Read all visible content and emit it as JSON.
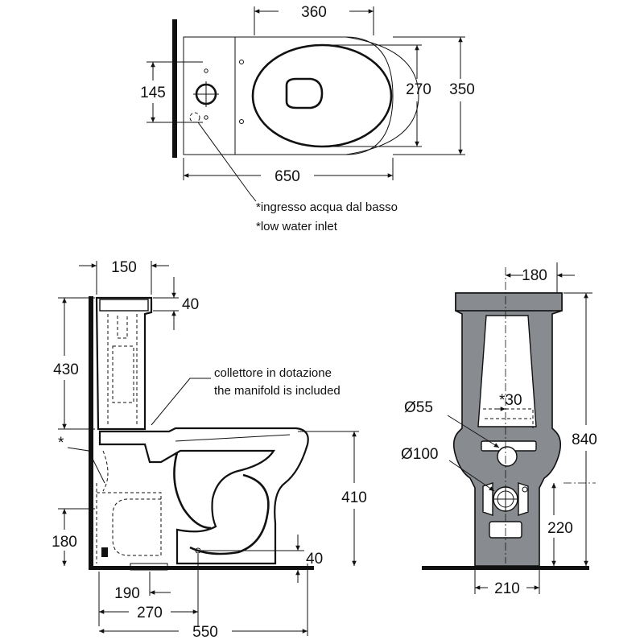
{
  "top_view": {
    "dims": {
      "width_360": "360",
      "inlet_145": "145",
      "bowl_270": "270",
      "overall_350": "350",
      "length_650": "650"
    },
    "notes": {
      "it": "*ingresso acqua dal basso",
      "en": "*low water inlet"
    }
  },
  "side_view": {
    "dims": {
      "tank_150": "150",
      "lid_40": "40",
      "tank_430": "430",
      "rim_410": "410",
      "outlet_40": "40",
      "height_180": "180",
      "d_190": "190",
      "d_270": "270",
      "length_550": "550"
    },
    "star": "*",
    "notes": {
      "it": "collettore in dotazione",
      "en": "the manifold is included"
    }
  },
  "front_view": {
    "dims": {
      "offset_180": "180",
      "offset_30": "*30",
      "dia_55": "Ø55",
      "dia_100": "Ø100",
      "height_840": "840",
      "height_220": "220",
      "width_210": "210"
    }
  }
}
